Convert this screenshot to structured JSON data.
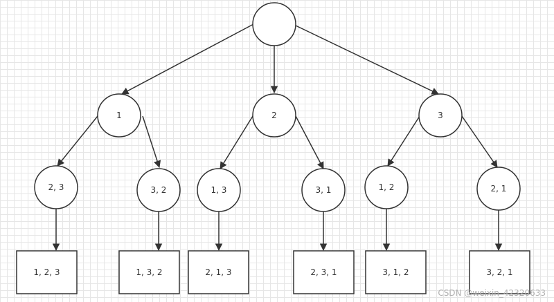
{
  "nodes": {
    "root": "",
    "n1": "1",
    "n2": "2",
    "n3": "3",
    "n1a": "2, 3",
    "n1b": "3, 2",
    "n2a": "1, 3",
    "n2b": "3, 1",
    "n3a": "1, 2",
    "n3b": "2, 1"
  },
  "leaves": {
    "l1": "1, 2, 3",
    "l2": "1, 3, 2",
    "l3": "2, 1, 3",
    "l4": "2, 3, 1",
    "l5": "3, 1, 2",
    "l6": "3, 2, 1"
  },
  "watermark": "CSDN @weixin_42320633",
  "colors": {
    "stroke": "#333333",
    "grid": "#e6e6e6",
    "background": "#ffffff"
  }
}
